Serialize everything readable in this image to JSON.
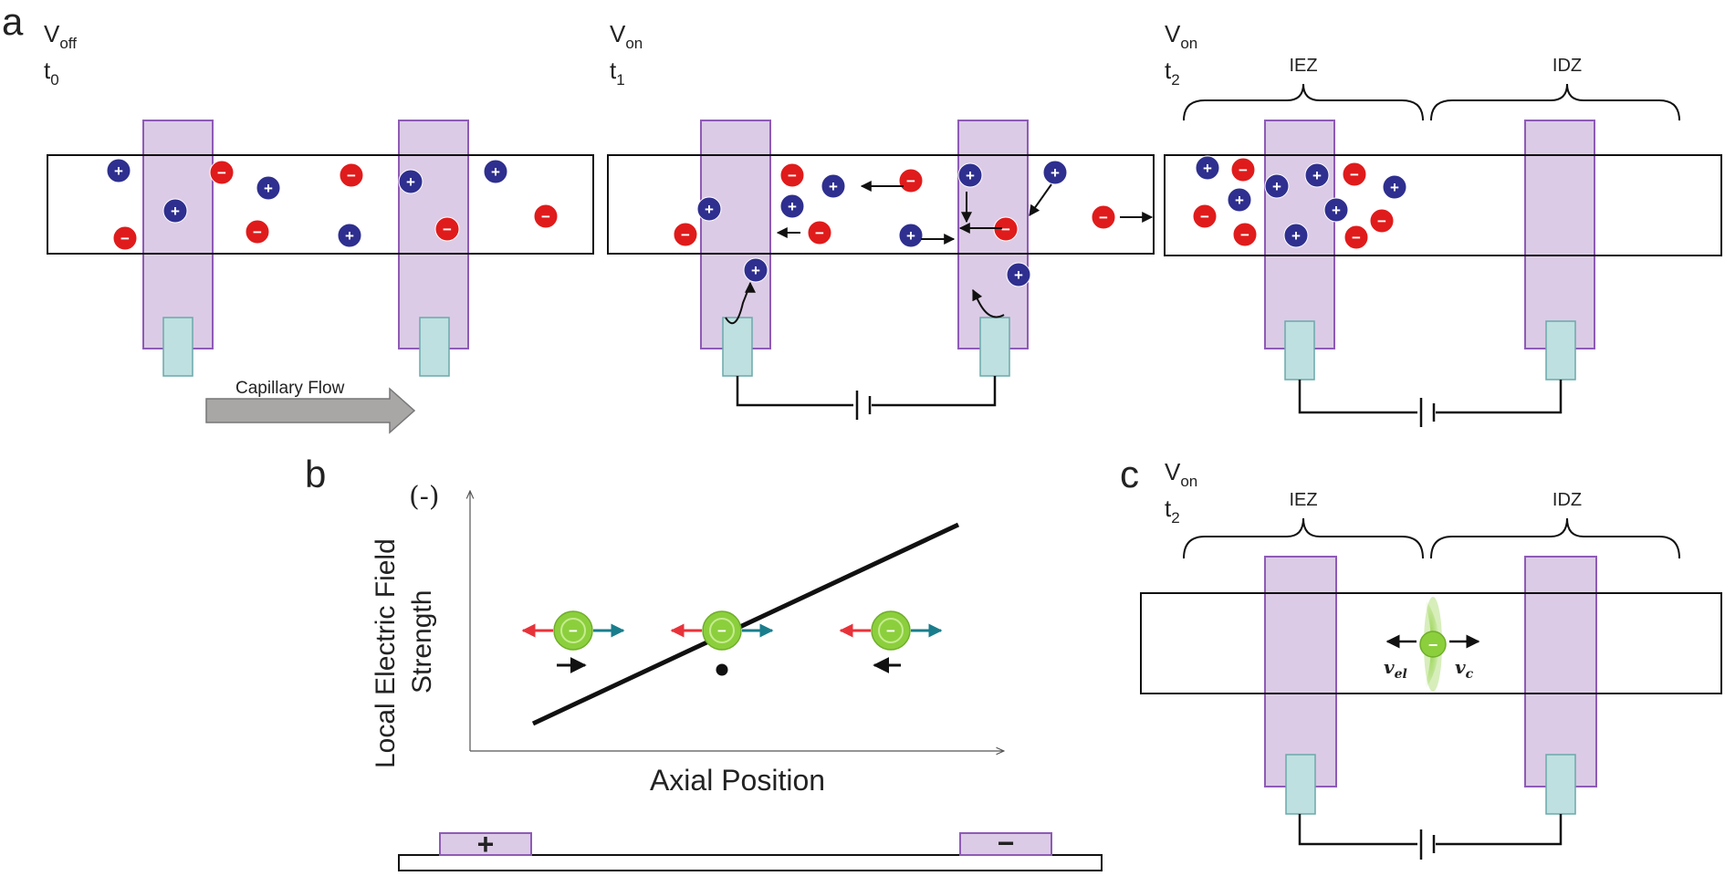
{
  "panels": {
    "a": {
      "letter": "a",
      "p1": {
        "v_base": "V",
        "v_sub": "off",
        "t_base": "t",
        "t_sub": "0"
      },
      "p2": {
        "v_base": "V",
        "v_sub": "on",
        "t_base": "t",
        "t_sub": "1"
      },
      "p3": {
        "v_base": "V",
        "v_sub": "on",
        "t_base": "t",
        "t_sub": "2",
        "zone_left": "IEZ",
        "zone_right": "IDZ"
      },
      "flow_label": "Capillary Flow"
    },
    "b": {
      "letter": "b",
      "y_label_line1": "Local Electric Field",
      "y_label_line2": "Strength",
      "sign_label": "(-)",
      "x_label": "Axial Position",
      "plus_symbol": "+",
      "minus_symbol": "−"
    },
    "c": {
      "letter": "c",
      "v_base": "V",
      "v_sub": "on",
      "t_base": "t",
      "t_sub": "2",
      "zone_left": "IEZ",
      "zone_right": "IDZ",
      "v_el_base": "v",
      "v_el_sub": "el",
      "v_c_base": "v",
      "v_c_sub": "c"
    }
  },
  "ion_symbols": {
    "positive": "+",
    "negative": "−"
  },
  "colors": {
    "electrode_fill": "#dccbe6",
    "electrode_stroke": "#8e5bb6",
    "pad_fill": "#bfe0e0",
    "pad_stroke": "#6aa9ab",
    "cation": "#2e2f8f",
    "anion": "#e01b1b",
    "neutral_ion": "#8ccf3d",
    "arrow_red": "#e8323a",
    "arrow_teal": "#1a7d8c",
    "flow_arrow": "#a9a6a6"
  }
}
